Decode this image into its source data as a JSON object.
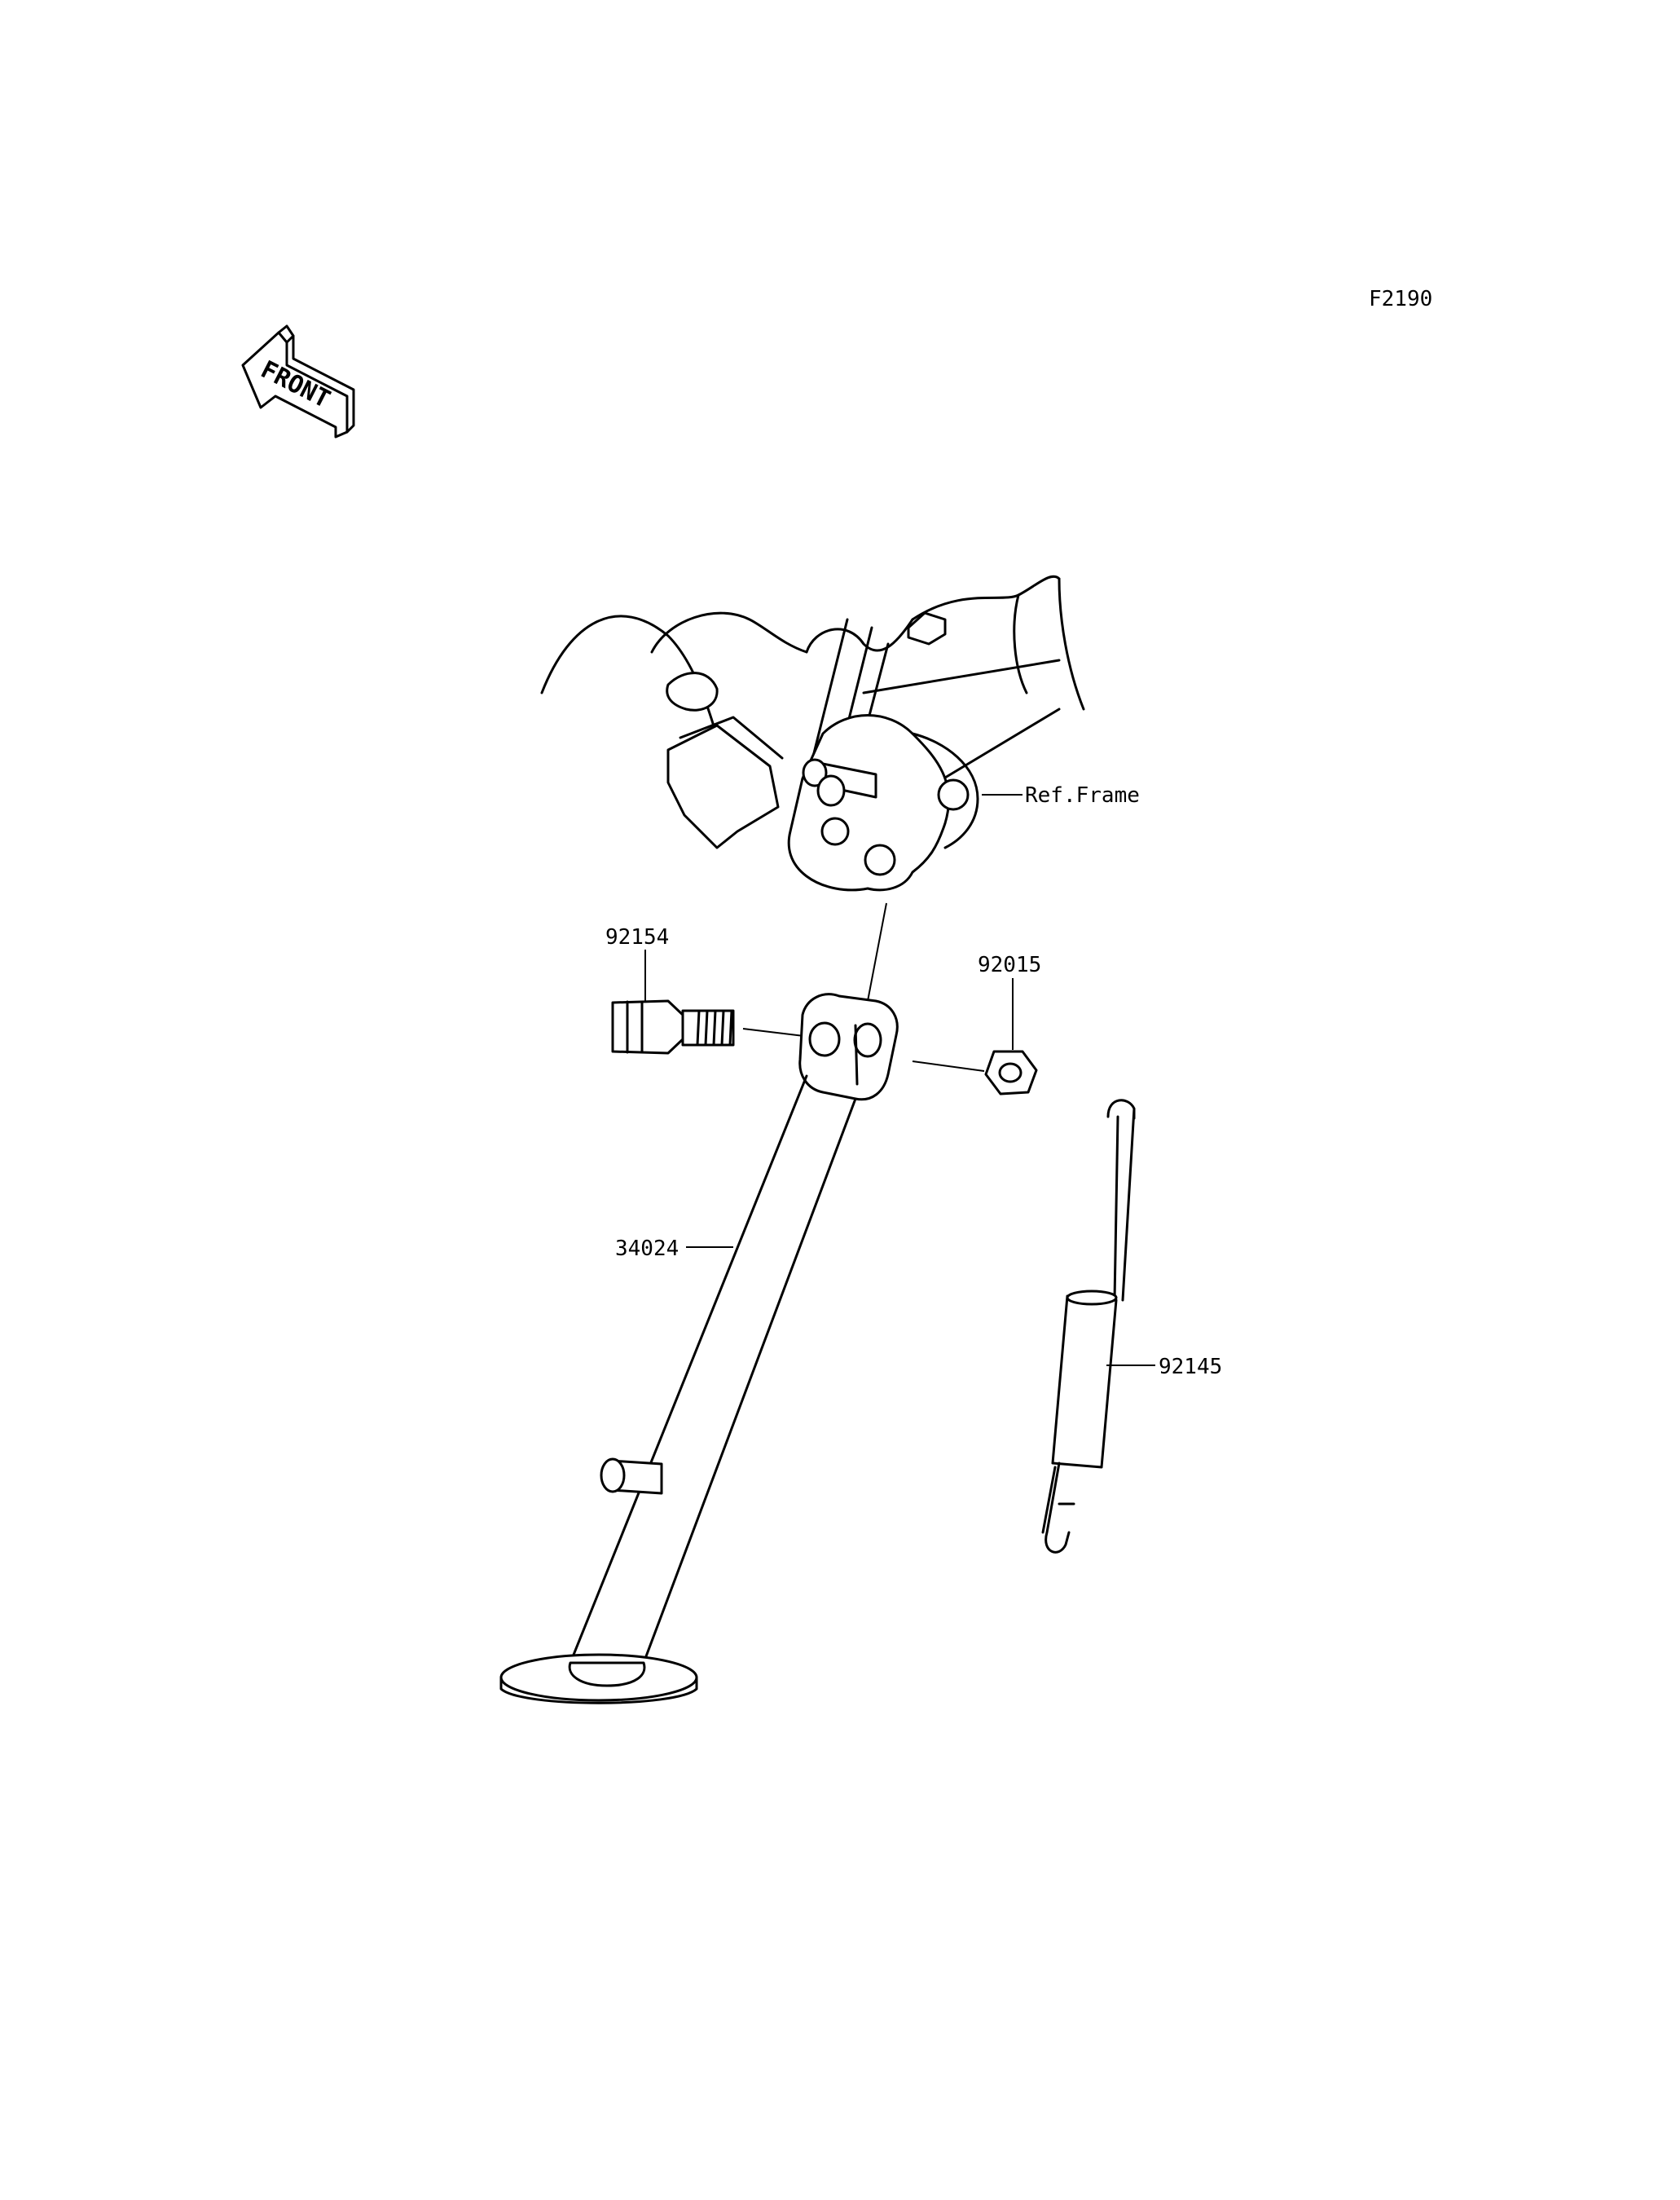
{
  "diagram_code": "F2190",
  "front_indicator": {
    "label": "FRONT",
    "icon": "front-arrow-icon"
  },
  "parts": [
    {
      "id": "ref-frame",
      "label": "Ref.Frame"
    },
    {
      "id": "bolt",
      "label": "92154"
    },
    {
      "id": "nut",
      "label": "92015"
    },
    {
      "id": "stand",
      "label": "34024"
    },
    {
      "id": "spring",
      "label": "92145"
    }
  ],
  "colors": {
    "ink": "#000000",
    "paper": "#ffffff"
  }
}
